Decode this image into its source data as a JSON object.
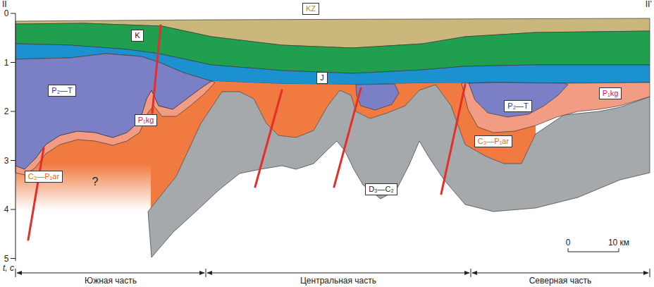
{
  "diagram": {
    "nodes": [
      {
        "text": [
          "KZ"
        ]
      },
      {
        "text": [
          "K"
        ]
      },
      {
        "text": [
          "J"
        ]
      },
      {
        "text": [
          "P₂—T"
        ]
      },
      {
        "text": [
          "P₁kg"
        ]
      },
      {
        "text": [
          "P₂—T"
        ]
      },
      {
        "text": [
          "P₁kg"
        ]
      },
      {
        "text": [
          "C₃—P₁ar"
        ]
      },
      {
        "text": [
          "C₃—P₁ar"
        ]
      },
      {
        "text": [
          "D₃—C₂"
        ]
      }
    ],
    "labels": [
      "II",
      "II’",
      "0",
      "1",
      "2",
      "3",
      "4",
      "5",
      "t, с",
      "?",
      "0",
      "10 км",
      "Южная часть",
      "Центральная часть",
      "Северная часть"
    ]
  }
}
